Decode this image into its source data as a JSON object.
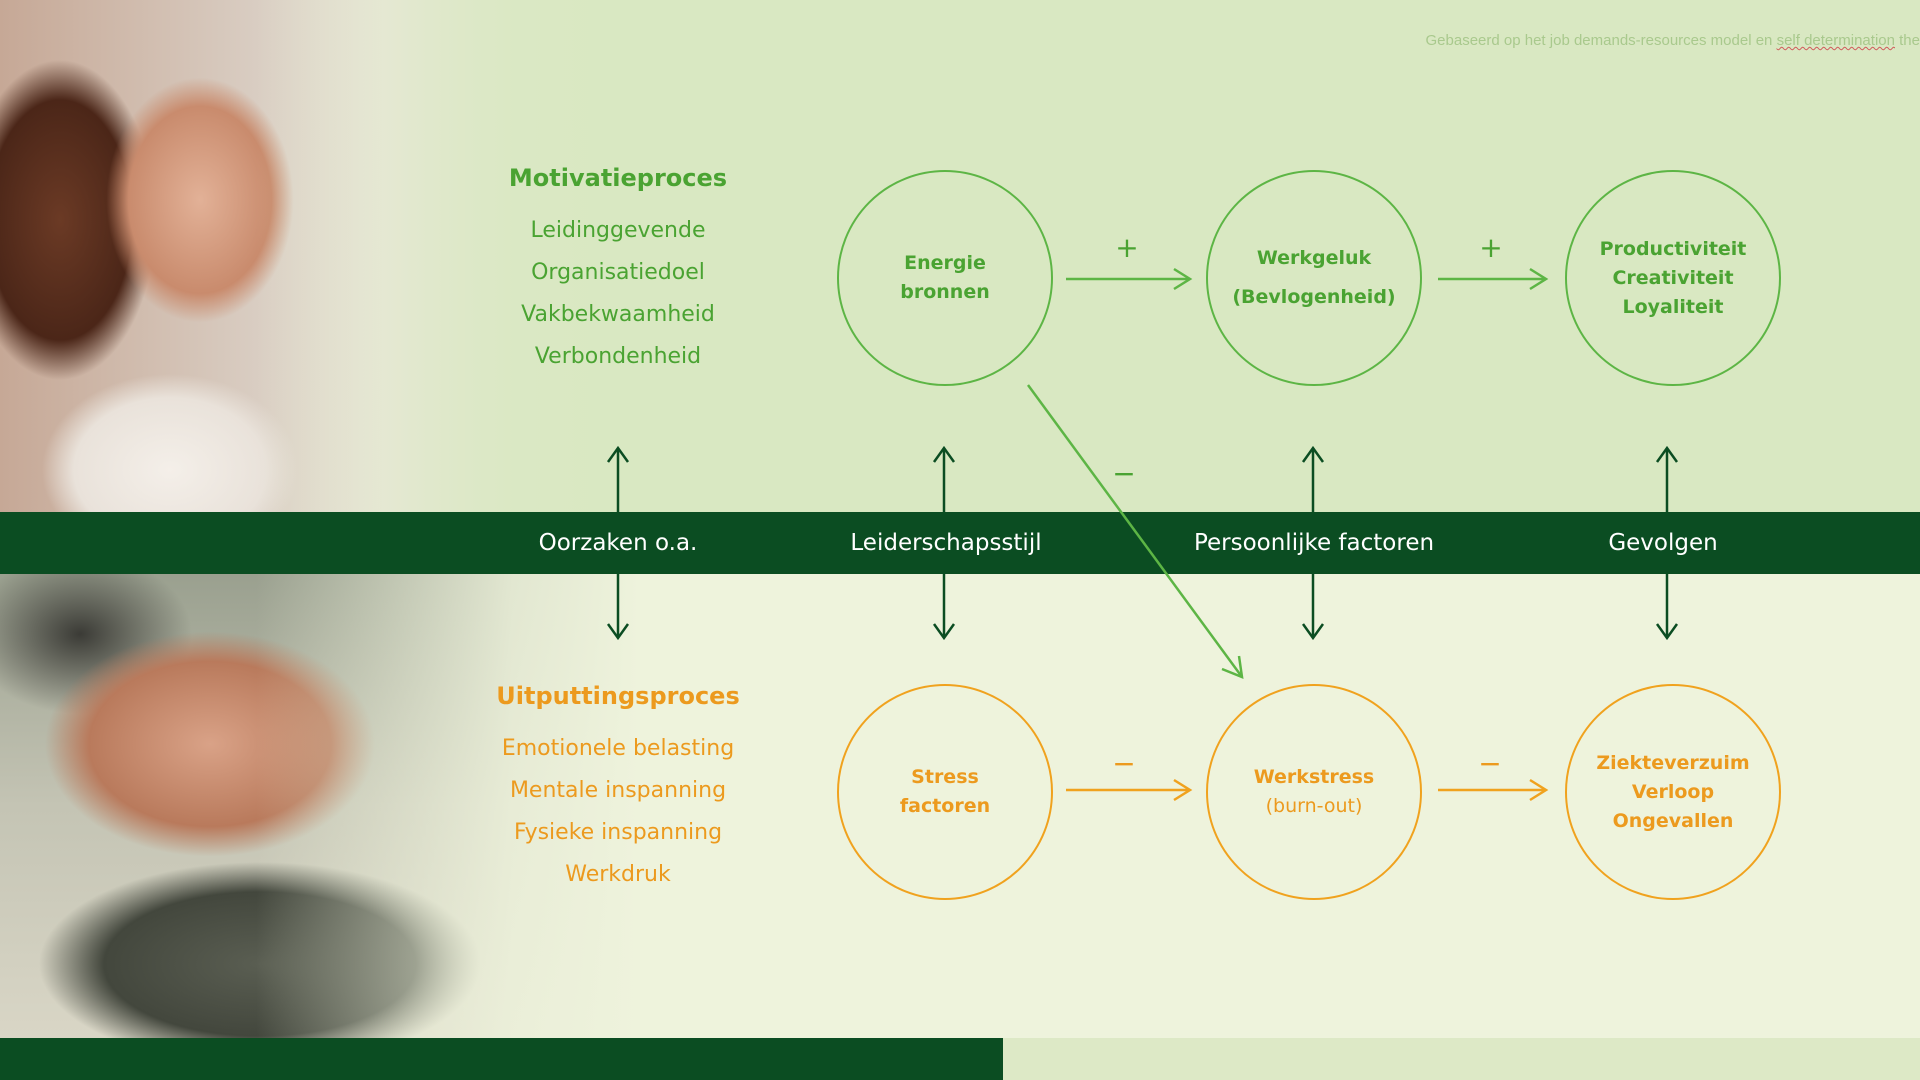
{
  "note": {
    "text_before": "Gebaseerd op het job demands-resources model en ",
    "text_marked": "self determination",
    "text_after": " the"
  },
  "motivation": {
    "title": "Motivatieproces",
    "items": [
      "Leidinggevende",
      "Organisatiedoel",
      "Vakbekwaamheid",
      "Verbondenheid"
    ]
  },
  "exhaustion": {
    "title": "Uitputtingsproces",
    "items": [
      "Emotionele belasting",
      "Mentale inspanning",
      "Fysieke inspanning",
      "Werkdruk"
    ]
  },
  "circles": {
    "energy": [
      "Energie",
      "bronnen"
    ],
    "happiness": [
      "Werkgeluk",
      "(Bevlogenheid)"
    ],
    "productivity": [
      "Productiviteit",
      "Creativiteit",
      "Loyaliteit"
    ],
    "stress": [
      "Stress",
      "factoren"
    ],
    "workstress": [
      "Werkstress",
      "(burn-out)"
    ],
    "absence": [
      "Ziekteverzuim",
      "Verloop",
      "Ongevallen"
    ]
  },
  "band": {
    "causes": "Oorzaken o.a.",
    "leadership": "Leiderschapsstijl",
    "personal": "Persoonlijke factoren",
    "consequences": "Gevolgen"
  },
  "signs": {
    "plus1": "+",
    "plus2": "+",
    "minus_diag": "−",
    "minus1": "−",
    "minus2": "−"
  },
  "colors": {
    "green": "#4aa332",
    "orange": "#ec9a1e",
    "dark_green": "#0b4d22",
    "top_bg": "#d9e8c2",
    "bottom_bg": "#eef3dc"
  }
}
